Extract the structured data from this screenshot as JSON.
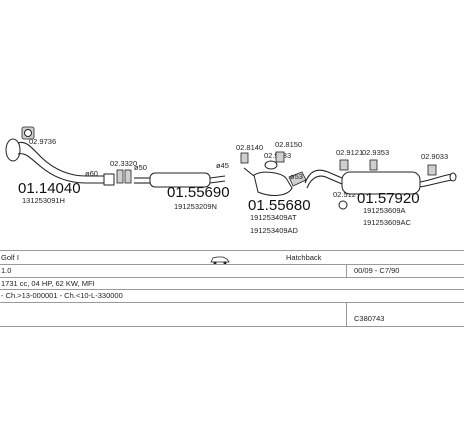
{
  "labels": {
    "p1": "01.14040",
    "p1_oem": "131253091H",
    "clamp1": "02.9736",
    "d60": "ø60",
    "clamp2": "02.3320",
    "d50": "ø50",
    "p2": "01.55690",
    "p2_oem": "191253209N",
    "d45": "ø45",
    "clamp3": "02.8140",
    "clamp4": "02.9033",
    "clamp5": "02.8150",
    "d53": "ø53",
    "p3": "01.55680",
    "p3_oem1": "191253409AT",
    "p3_oem2": "191253409AD",
    "clamp6": "02.9121",
    "clamp7": "02.9353",
    "clamp8": "02.9033",
    "clamp9": "02.512",
    "p4": "01.57920",
    "p4_oem1": "191253609A",
    "p4_oem2": "191253609AC"
  },
  "info": {
    "model": "Golf I",
    "body": "Hatchback",
    "engine": "1.0",
    "years": "00/09 - C7/90",
    "spec": "1731 cc, 04 HP, 62 KW, MFI",
    "chassis": "- Ch.>13-000001 - Ch.<10-L-330000",
    "code": "C380743"
  }
}
